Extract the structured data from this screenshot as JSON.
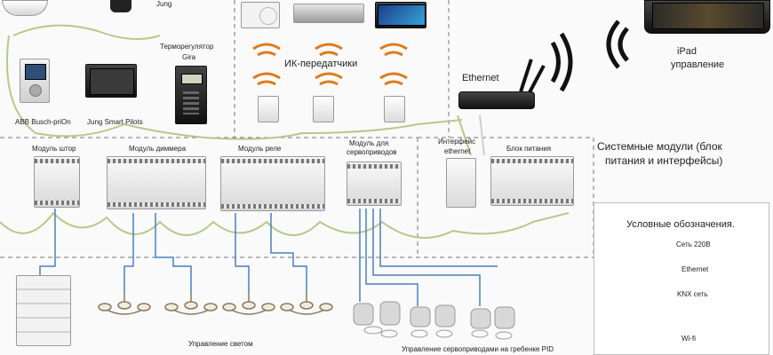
{
  "devices": {
    "jung": "Jung",
    "thermostat": "Терморегулятор Gira",
    "abb": "ABB Busch-priOn",
    "jung_smart": "Jung Smart Pilots",
    "ir": "ИК-передатчики",
    "ethernet_router": "Ethernet",
    "ipad": "iPad управление",
    "ipad_l1": "iPad",
    "ipad_l2": "управление"
  },
  "modules": {
    "blinds": "Модуль штор",
    "dimmer": "Модуль диммера",
    "relay": "Модуль реле",
    "servo": "Модуль для сервоприводов",
    "servo_l1": "Модуль для",
    "servo_l2": "сервоприводов",
    "iface": "Интерфейс ethernet",
    "iface_l1": "Интерфейс",
    "iface_l2": "ethernet",
    "power": "Блок питания"
  },
  "system_label": "Системные модули (блок питания и интерфейсы)",
  "system_l1": "Системные модули (блок",
  "system_l2": "питания и интерфейсы)",
  "bottom": {
    "light": "Управление светом",
    "servo": "Управление сервоприводами на гребенке PID"
  },
  "legend": {
    "title": "Условные обозначения.",
    "items": [
      {
        "label": "Сеть 220В",
        "color": "#4a7fc0"
      },
      {
        "label": "Ethernet",
        "color": "#e08a2c"
      },
      {
        "label": "KNX сеть",
        "color": "#b8c98a"
      },
      {
        "label": "Wi-fi",
        "color": "#111111"
      }
    ]
  },
  "colors": {
    "knx": "#b8c98a",
    "power": "#4a7fc0",
    "ethernet": "#e08a2c",
    "ir": "#e07a1a"
  }
}
